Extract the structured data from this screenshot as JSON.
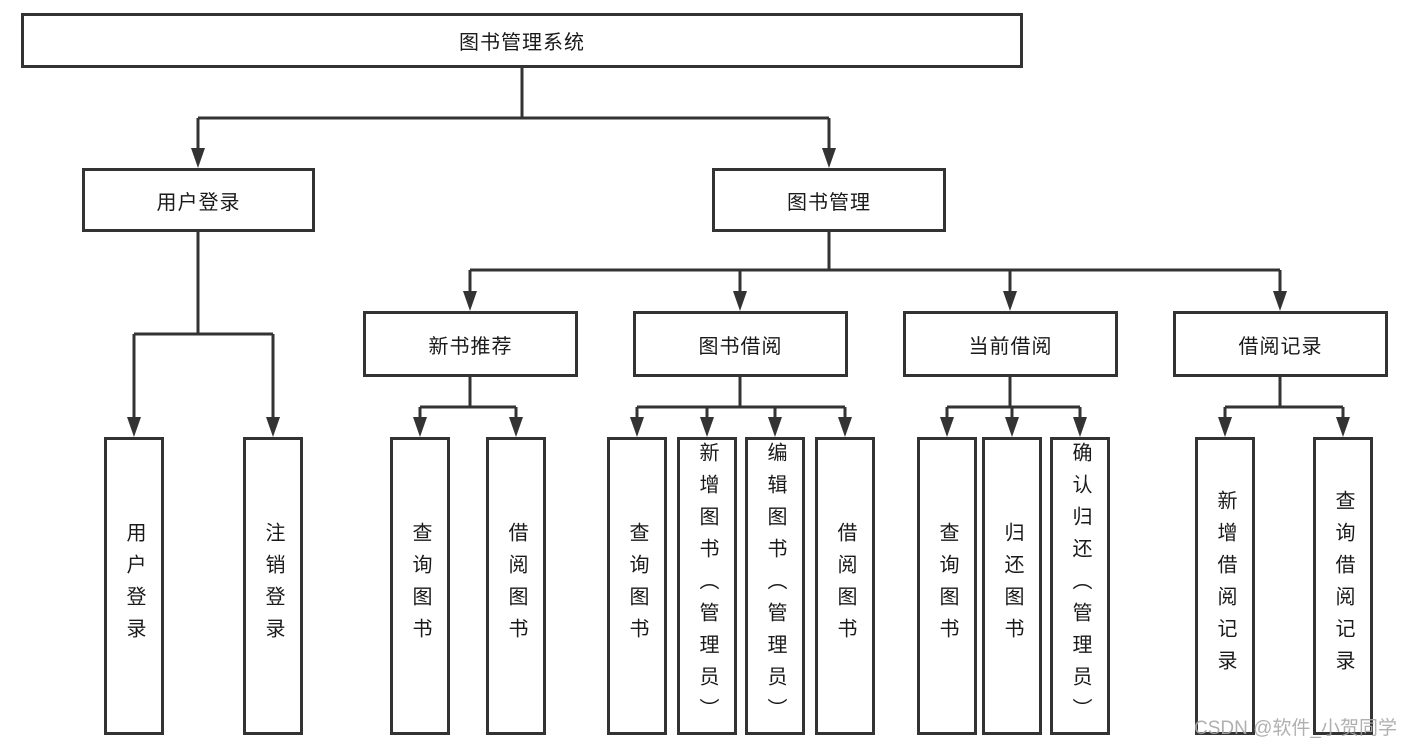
{
  "diagram": {
    "root": {
      "label": "图书管理系统"
    },
    "level2": [
      {
        "label": "用户登录",
        "children": [
          {
            "label": "用户登录"
          },
          {
            "label": "注销登录"
          }
        ]
      },
      {
        "label": "图书管理",
        "groups": [
          {
            "label": "新书推荐",
            "children": [
              {
                "label": "查询图书"
              },
              {
                "label": "借阅图书"
              }
            ]
          },
          {
            "label": "图书借阅",
            "children": [
              {
                "label": "查询图书"
              },
              {
                "label": "新增图书（管理员）"
              },
              {
                "label": "编辑图书（管理员）"
              },
              {
                "label": "借阅图书"
              }
            ]
          },
          {
            "label": "当前借阅",
            "children": [
              {
                "label": "查询图书"
              },
              {
                "label": "归还图书"
              },
              {
                "label": "确认归还（管理员）"
              }
            ]
          },
          {
            "label": "借阅记录",
            "children": [
              {
                "label": "新增借阅记录"
              },
              {
                "label": "查询借阅记录"
              }
            ]
          }
        ]
      }
    ]
  },
  "watermark": {
    "text": "CSDN @软件_小贺同学"
  },
  "colors": {
    "line": "#333333",
    "text": "#1a1a1a",
    "watermark": "#a8a8a8",
    "background": "#ffffff"
  }
}
